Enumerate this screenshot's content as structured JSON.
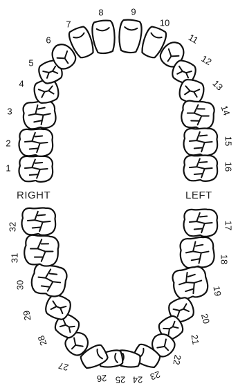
{
  "side_labels": {
    "right": "RIGHT",
    "left": "LEFT"
  },
  "upper_teeth": [
    {
      "number": "1",
      "type": "molar"
    },
    {
      "number": "2",
      "type": "molar"
    },
    {
      "number": "3",
      "type": "molar"
    },
    {
      "number": "4",
      "type": "premolar"
    },
    {
      "number": "5",
      "type": "premolar"
    },
    {
      "number": "6",
      "type": "canine"
    },
    {
      "number": "7",
      "type": "incisor"
    },
    {
      "number": "8",
      "type": "incisor"
    },
    {
      "number": "9",
      "type": "incisor"
    },
    {
      "number": "10",
      "type": "incisor"
    },
    {
      "number": "11",
      "type": "canine"
    },
    {
      "number": "12",
      "type": "premolar"
    },
    {
      "number": "13",
      "type": "premolar"
    },
    {
      "number": "14",
      "type": "molar"
    },
    {
      "number": "15",
      "type": "molar"
    },
    {
      "number": "16",
      "type": "molar"
    }
  ],
  "lower_teeth": [
    {
      "number": "17",
      "type": "molar"
    },
    {
      "number": "18",
      "type": "molar"
    },
    {
      "number": "19",
      "type": "molar"
    },
    {
      "number": "20",
      "type": "premolar"
    },
    {
      "number": "21",
      "type": "premolar"
    },
    {
      "number": "22",
      "type": "canine"
    },
    {
      "number": "23",
      "type": "incisor"
    },
    {
      "number": "24",
      "type": "incisor"
    },
    {
      "number": "25",
      "type": "incisor"
    },
    {
      "number": "26",
      "type": "incisor"
    },
    {
      "number": "27",
      "type": "canine"
    },
    {
      "number": "28",
      "type": "premolar"
    },
    {
      "number": "29",
      "type": "premolar"
    },
    {
      "number": "30",
      "type": "molar"
    },
    {
      "number": "31",
      "type": "molar"
    },
    {
      "number": "32",
      "type": "molar"
    }
  ]
}
